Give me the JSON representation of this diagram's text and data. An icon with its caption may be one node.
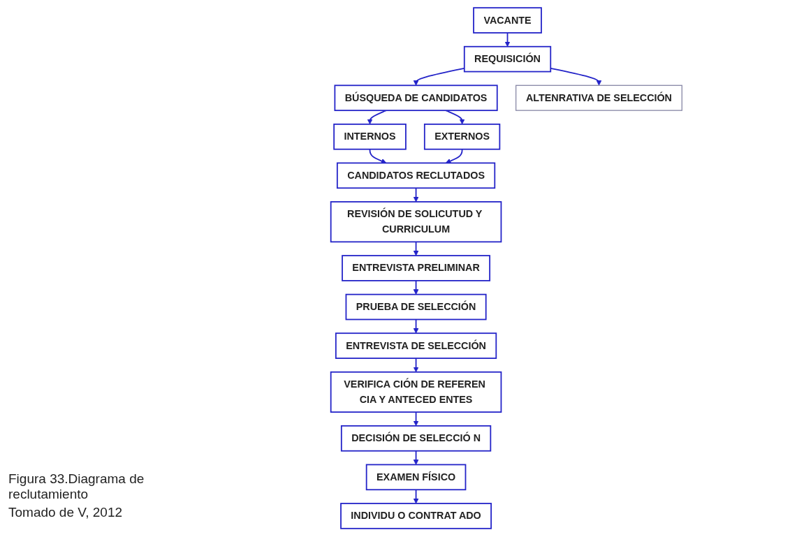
{
  "diagram": {
    "caption": "Figura 33.Diagrama de reclutamiento",
    "nodes": [
      {
        "text": [
          "VACANTE"
        ]
      },
      {
        "text": [
          "REQUISICIÓN"
        ]
      },
      {
        "text": [
          "BÚSQUEDA DE CANDIDATOS"
        ]
      },
      {
        "text": [
          "ALTENRATIVA DE SELECCIÓN"
        ]
      },
      {
        "text": [
          "INTERNOS"
        ]
      },
      {
        "text": [
          "EXTERNOS"
        ]
      },
      {
        "text": [
          "CANDIDATOS RECLUTADOS"
        ]
      },
      {
        "text": [
          "REVISIÓN DE SOLICUTUD Y CURRICULUM"
        ]
      },
      {
        "text": [
          "ENTREVISTA PRELIMINAR"
        ]
      },
      {
        "text": [
          "PRUEBA DE SELECCIÓN"
        ]
      },
      {
        "text": [
          "ENTREVISTA DE SELECCIÓN"
        ]
      },
      {
        "text": [
          "VERIFICA CIÓN DE REFEREN CIA Y ANTECED ENTES"
        ]
      },
      {
        "text": [
          "DECISIÓN DE SELECCIÓ N"
        ]
      },
      {
        "text": [
          "EXAMEN FÍSICO"
        ]
      },
      {
        "text": [
          "INDIVIDU O CONTRAT ADO"
        ]
      }
    ],
    "edges": [
      {
        "from": 0,
        "to": 1,
        "arrow": "to"
      },
      {
        "from": 1,
        "to": 2,
        "arrow": "to"
      },
      {
        "from": 1,
        "to": 3,
        "arrow": "to"
      },
      {
        "from": 2,
        "to": 4,
        "arrow": "to"
      },
      {
        "from": 2,
        "to": 5,
        "arrow": "to"
      },
      {
        "from": 4,
        "to": 6,
        "arrow": "to"
      },
      {
        "from": 5,
        "to": 6,
        "arrow": "to"
      },
      {
        "from": 6,
        "to": 7,
        "arrow": "to"
      },
      {
        "from": 7,
        "to": 8,
        "arrow": "to"
      },
      {
        "from": 8,
        "to": 9,
        "arrow": "to"
      },
      {
        "from": 9,
        "to": 10,
        "arrow": "to"
      },
      {
        "from": 10,
        "to": 11,
        "arrow": "to"
      },
      {
        "from": 11,
        "to": 12,
        "arrow": "to"
      },
      {
        "from": 12,
        "to": 13,
        "arrow": "to"
      },
      {
        "from": 13,
        "to": 14,
        "arrow": "to"
      }
    ],
    "labels": [
      "Tomado de V, 2012"
    ]
  }
}
